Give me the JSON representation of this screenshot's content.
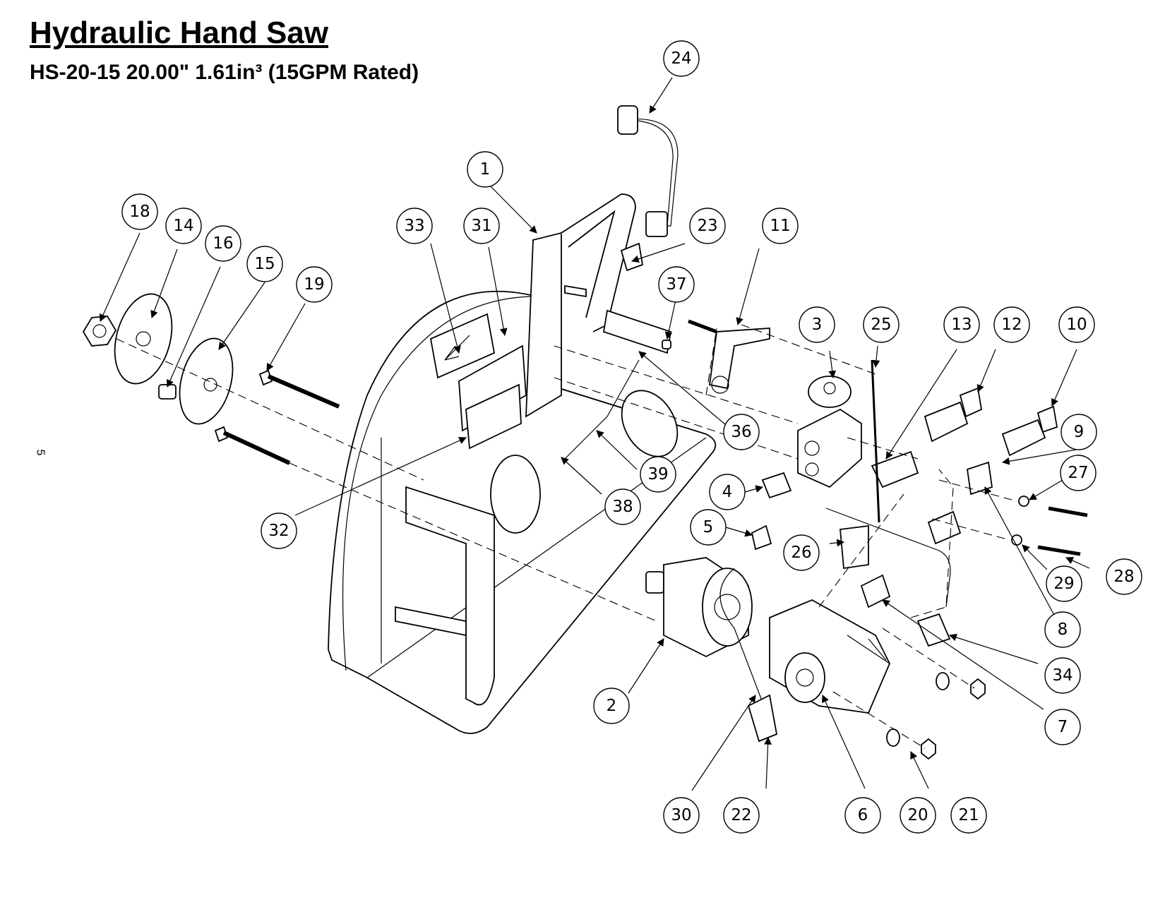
{
  "title": "Hydraulic Hand Saw",
  "subtitle": "HS-20-15  20.00\" 1.61in³ (15GPM Rated)",
  "page_number": "5",
  "callouts": [
    "1",
    "2",
    "3",
    "4",
    "5",
    "6",
    "7",
    "8",
    "9",
    "10",
    "11",
    "12",
    "13",
    "14",
    "15",
    "16",
    "18",
    "19",
    "20",
    "21",
    "22",
    "23",
    "24",
    "25",
    "26",
    "27",
    "28",
    "29",
    "30",
    "31",
    "32",
    "33",
    "34",
    "36",
    "37",
    "38",
    "39"
  ]
}
